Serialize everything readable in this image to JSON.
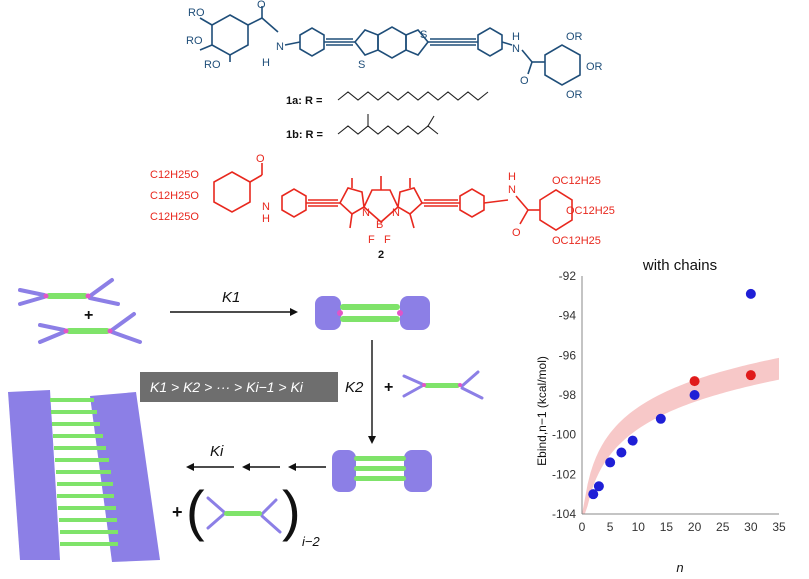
{
  "molecule_1": {
    "substituent_atoms": [
      "RO",
      "RO",
      "RO",
      "OR",
      "OR",
      "OR"
    ],
    "amide_atoms": [
      "O",
      "H",
      "N",
      "N",
      "H",
      "O"
    ],
    "core_atoms": [
      "S",
      "S"
    ],
    "label_1a": "1a: R =",
    "label_1b": "1b: R ="
  },
  "molecule_2": {
    "chain_labels": [
      "C12H25O",
      "C12H25O",
      "C12H25O",
      "OC12H25",
      "OC12H25",
      "OC12H25"
    ],
    "amide_atoms": [
      "O",
      "H",
      "N",
      "H",
      "N",
      "O"
    ],
    "bodipy_atoms": [
      "N",
      "B",
      "N",
      "F",
      "F"
    ],
    "compound_number": "2",
    "color": "#e8281e"
  },
  "scheme": {
    "k1_label": "K1",
    "k2_label": "K2",
    "ki_label": "Ki",
    "plus_1": "+",
    "plus_2": "+",
    "plus_3": "+",
    "inequality": "K1 > K2 > ··· > Ki−1 > Ki",
    "subscript": "i−2"
  },
  "chart_data": {
    "type": "scatter",
    "title": "with chains",
    "xlabel": "n",
    "ylabel": "Ebind,n−1 (kcal/mol)",
    "xlim": [
      0,
      35
    ],
    "ylim": [
      -104,
      -92
    ],
    "xticks": [
      0,
      5,
      10,
      15,
      20,
      25,
      30,
      35
    ],
    "yticks": [
      -92,
      -94,
      -96,
      -98,
      -100,
      -102,
      -104
    ],
    "series": [
      {
        "color": "#1f1fd6",
        "x": [
          2,
          3,
          5,
          7,
          9,
          14,
          20,
          30
        ],
        "y": [
          -103.0,
          -102.6,
          -101.4,
          -100.9,
          -100.3,
          -99.2,
          -98.0,
          -92.9
        ]
      },
      {
        "color": "#e01b1b",
        "x": [
          20,
          30
        ],
        "y": [
          -97.3,
          -97.0
        ]
      }
    ],
    "band_color": "#f4b6b6"
  }
}
